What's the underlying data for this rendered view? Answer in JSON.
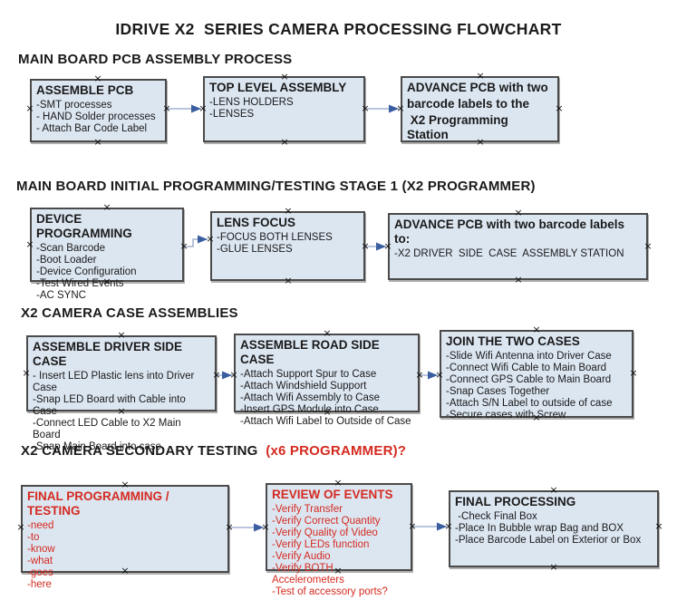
{
  "page_title": "IDRIVE X2  SERIES CAMERA PROCESSING FLOWCHART",
  "colors": {
    "box_fill": "#dce6f1",
    "box_border": "#4a4a4a",
    "arrow_line": "#a3b4d0",
    "arrow_head": "#3a5ea0",
    "red_text": "#d42a20",
    "black_text": "#1a1a1a"
  },
  "sections": [
    {
      "heading": "MAIN BOARD PCB ASSEMBLY PROCESS",
      "heading_accent": "",
      "boxes": [
        {
          "title_lines": [
            "ASSEMBLE PCB"
          ],
          "items": [
            "-SMT processes",
            "- HAND Solder processes",
            "- Attach Bar Code Label"
          ],
          "text_color": "black"
        },
        {
          "title_lines": [
            "TOP LEVEL ASSEMBLY"
          ],
          "items": [
            "-LENS HOLDERS",
            "-LENSES"
          ],
          "text_color": "black"
        },
        {
          "title_lines": [
            "ADVANCE PCB with two",
            "barcode labels to the",
            " X2 Programming Station"
          ],
          "items": [],
          "text_color": "black"
        }
      ]
    },
    {
      "heading": "MAIN BOARD INITIAL PROGRAMMING/TESTING STAGE 1 (X2 PROGRAMMER)",
      "heading_accent": "",
      "boxes": [
        {
          "title_lines": [
            "DEVICE PROGRAMMING"
          ],
          "items": [
            "-Scan Barcode",
            "-Boot Loader",
            "-Device Configuration",
            "-Test Wired Events",
            "-AC SYNC"
          ],
          "text_color": "black"
        },
        {
          "title_lines": [
            "LENS FOCUS"
          ],
          "items": [
            "-FOCUS BOTH LENSES",
            "-GLUE LENSES"
          ],
          "text_color": "black"
        },
        {
          "title_lines": [
            "ADVANCE PCB with two barcode labels to:"
          ],
          "items": [
            "-X2 DRIVER  SIDE  CASE  ASSEMBLY STATION"
          ],
          "text_color": "black"
        }
      ]
    },
    {
      "heading": "X2 CAMERA CASE ASSEMBLIES",
      "heading_accent": "",
      "boxes": [
        {
          "title_lines": [
            "ASSEMBLE DRIVER SIDE CASE"
          ],
          "items": [
            "- Insert LED Plastic lens into Driver Case",
            "-Snap LED Board with Cable into Case",
            "-Connect LED Cable to X2 Main Board",
            "-Snap Main Board into case"
          ],
          "text_color": "black"
        },
        {
          "title_lines": [
            "ASSEMBLE ROAD SIDE CASE"
          ],
          "items": [
            "-Attach Support Spur to Case",
            "-Attach Windshield Support",
            "-Attach Wifi Assembly to Case",
            "-Insert GPS Module into Case",
            "-Attach Wifi Label to Outside of Case"
          ],
          "text_color": "black"
        },
        {
          "title_lines": [
            "JOIN THE TWO CASES"
          ],
          "items": [
            "-Slide Wifi Antenna into Driver Case",
            "-Connect Wifi Cable to Main Board",
            "-Connect GPS Cable to Main Board",
            "-Snap Cases Together",
            "-Attach S/N Label to outside of case",
            "-Secure cases with Screw"
          ],
          "text_color": "black"
        }
      ]
    },
    {
      "heading": "X2 CAMERA SECONDARY TESTING ",
      "heading_accent": " (x6 PROGRAMMER)?",
      "boxes": [
        {
          "title_lines": [
            "FINAL PROGRAMMING / TESTING"
          ],
          "items": [
            "-need",
            "-to",
            "-know",
            "-what",
            "-goes",
            "-here"
          ],
          "text_color": "red"
        },
        {
          "title_lines": [
            "REVIEW OF EVENTS"
          ],
          "items": [
            "-Verify Transfer",
            "-Verify Correct Quantity",
            "-Verify Quality of Video",
            "-Verify LEDs function",
            "-Verify Audio",
            "-Verify BOTH Accelerometers",
            "-Test of accessory ports?"
          ],
          "text_color": "red"
        },
        {
          "title_lines": [
            "FINAL PROCESSING"
          ],
          "items": [
            " -Check Final Box",
            "-Place In Bubble wrap Bag and BOX",
            "-Place Barcode Label on Exterior or Box"
          ],
          "text_color": "black"
        }
      ]
    }
  ]
}
